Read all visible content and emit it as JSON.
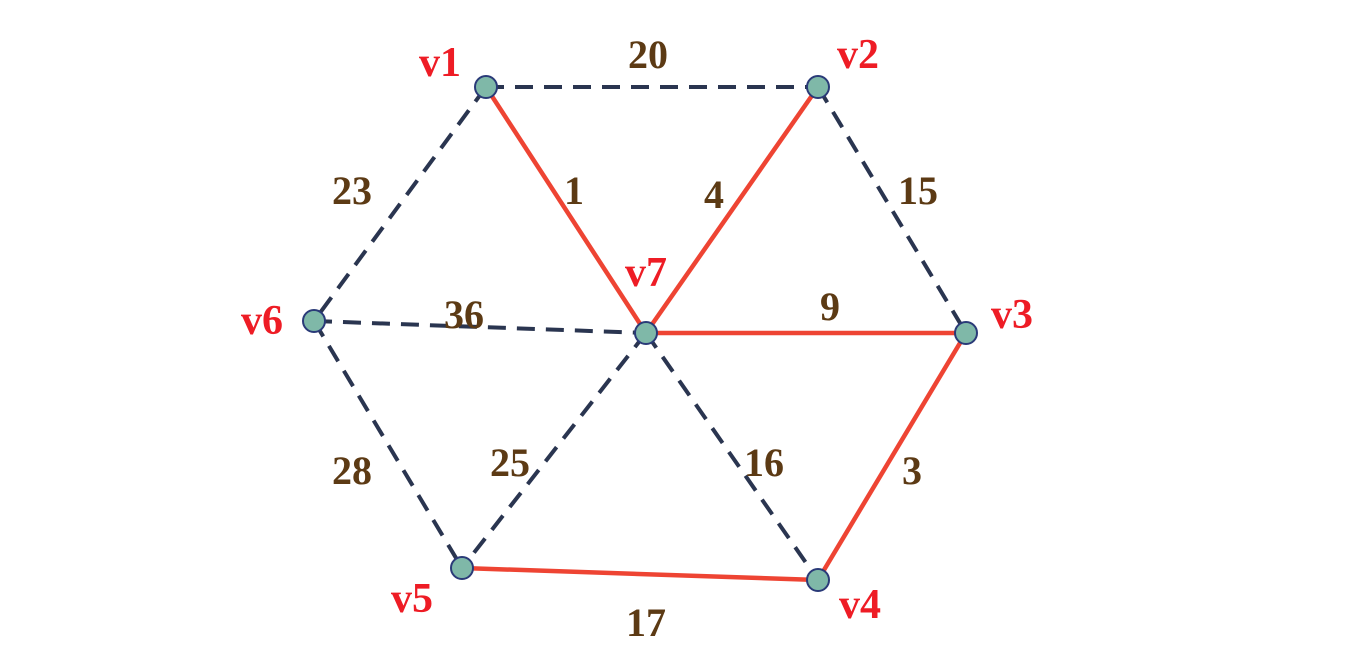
{
  "colors": {
    "tree_edge": "#ee4433",
    "other_edge": "#2a3550",
    "vertex_fill": "#7fb8a8",
    "vertex_stroke": "#2a3a78",
    "vertex_label": "#ee1c25",
    "weight_label": "#5c3a14"
  },
  "vertices": [
    {
      "id": "v1",
      "label": "v1"
    },
    {
      "id": "v2",
      "label": "v2"
    },
    {
      "id": "v3",
      "label": "v3"
    },
    {
      "id": "v4",
      "label": "v4"
    },
    {
      "id": "v5",
      "label": "v5"
    },
    {
      "id": "v6",
      "label": "v6"
    },
    {
      "id": "v7",
      "label": "v7"
    }
  ],
  "edges": [
    {
      "from": "v1",
      "to": "v2",
      "weight": "20",
      "in_tree": false
    },
    {
      "from": "v2",
      "to": "v3",
      "weight": "15",
      "in_tree": false
    },
    {
      "from": "v1",
      "to": "v6",
      "weight": "23",
      "in_tree": false
    },
    {
      "from": "v1",
      "to": "v7",
      "weight": "1",
      "in_tree": true
    },
    {
      "from": "v2",
      "to": "v7",
      "weight": "4",
      "in_tree": true
    },
    {
      "from": "v6",
      "to": "v7",
      "weight": "36",
      "in_tree": false
    },
    {
      "from": "v7",
      "to": "v3",
      "weight": "9",
      "in_tree": true
    },
    {
      "from": "v6",
      "to": "v5",
      "weight": "28",
      "in_tree": false
    },
    {
      "from": "v7",
      "to": "v5",
      "weight": "25",
      "in_tree": false
    },
    {
      "from": "v7",
      "to": "v4",
      "weight": "16",
      "in_tree": false
    },
    {
      "from": "v3",
      "to": "v4",
      "weight": "3",
      "in_tree": true
    },
    {
      "from": "v5",
      "to": "v4",
      "weight": "17",
      "in_tree": true
    }
  ]
}
